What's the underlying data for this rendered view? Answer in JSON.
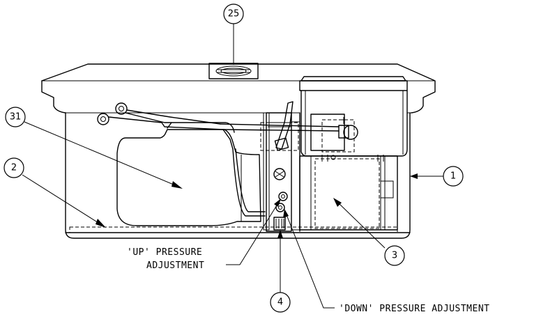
{
  "callouts": [
    {
      "id": "25",
      "label": "25"
    },
    {
      "id": "31",
      "label": "31"
    },
    {
      "id": "2",
      "label": "2"
    },
    {
      "id": "1",
      "label": "1"
    },
    {
      "id": "3",
      "label": "3"
    },
    {
      "id": "4",
      "label": "4"
    }
  ],
  "notes": {
    "up_line1": "'UP' PRESSURE",
    "up_line2": "ADJUSTMENT",
    "down": "'DOWN' PRESSURE ADJUSTMENT"
  }
}
